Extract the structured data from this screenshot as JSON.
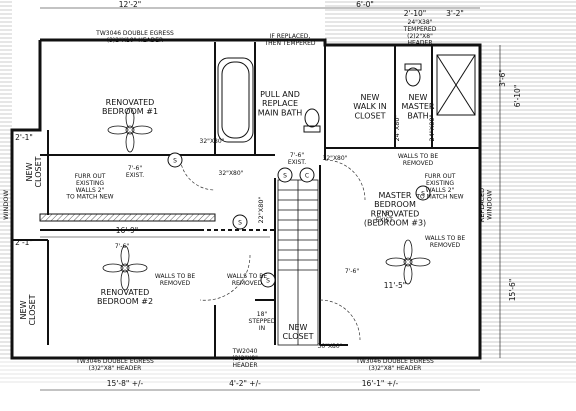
{
  "dimensions_top": [
    "12'-2\"",
    "6'-0\"",
    "2'-10\"",
    "3'-2\""
  ],
  "dimensions_bottom": [
    "15'-8\" +/-",
    "4'-2\" +/-",
    "16'-1\" +/-"
  ],
  "dimensions_right": [
    "3'-6\"",
    "6'-10\"",
    "15'-6\""
  ],
  "dimensions_interior": [
    "16'-9\"",
    "11'-5\""
  ],
  "dimensions_left": [
    "2'-1\"",
    "2'-1\""
  ],
  "rooms": {
    "bed1": "RENOVATED\nBEDROOM #1",
    "bed2": "RENOVATED\nBEDROOM #2",
    "master": "MASTER\nBEDROOM\nRENOVATED\n(BEDROOM #3)",
    "main_bath": "PULL AND\nREPLACE\nMAIN BATH",
    "walkin": "NEW\nWALK IN\nCLOSET",
    "master_bath": "NEW\nMASTER\nBATH",
    "new_closet_bottom": "NEW\nCLOSET",
    "closet_left_top": "NEW\nCLOSET",
    "closet_left_bottom": "NEW\nCLOSET"
  },
  "notes": {
    "header_tl": "TW3046 DOUBLE EGRESS\n(3)2\"X10\" HEADER",
    "tempered": "IF REPLACED,\nTHEN TEMPERED",
    "tempered_r": "24\"X38\"\nTEMPERED\n(2)2\"X8\"\nHEADER",
    "walls_removed_1": "WALLS TO BE\nREMOVED",
    "walls_removed_2": "WALLS TO BE\nREMOVED",
    "walls_removed_3": "WALLS TO BE\nREMOVED",
    "walls_removed_4": "WALLS TO BE\nREMOVED",
    "furr_left": "FURR OUT\nEXISTING\nWALLS 2\"\nTO MATCH NEW",
    "furr_right": "FURR OUT\nEXISTING\nWALLS 2\"\nTO MATCH NEW",
    "stepped": "18\"\nSTEPPED\nIN",
    "header_bl": "TW3046 DOUBLE EGRESS\n(3)2\"X8\" HEADER",
    "header_bc": "TW2040\n(2)2\"X8\"\nHEADER",
    "header_br": "TW3046 DOUBLE EGRESS\n(3)2\"X8\" HEADER",
    "window_left": "WINDOW",
    "window_right": "REPLACED\nWINDOW"
  },
  "door_sizes": [
    "32\"X80\"",
    "32\"X80\"",
    "22\"X80\"",
    "24\"X80\"",
    "24\"X80\"",
    "32\"X80\"",
    "30\"X80\""
  ],
  "ceiling_heights": [
    "7'-6\"\nEXIST.",
    "7'-6\"\nEXIST.",
    "7'-6\"\nEXIST.",
    "7'-6\"",
    "7'-6\""
  ],
  "symbols": [
    "S",
    "S",
    "S",
    "S",
    "C",
    "S"
  ]
}
